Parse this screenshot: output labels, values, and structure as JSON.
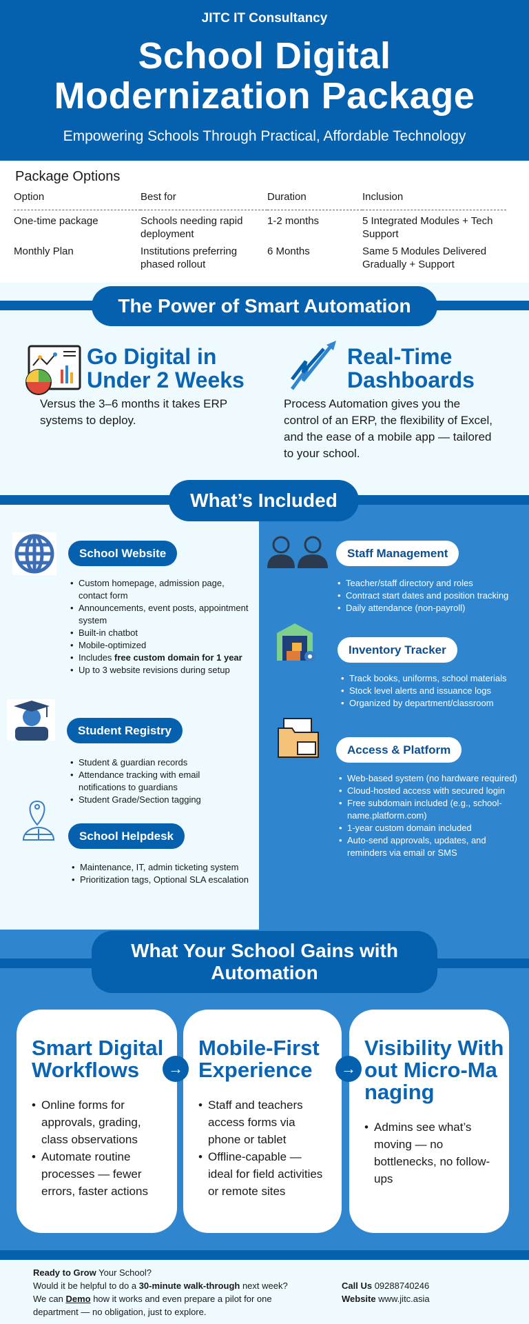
{
  "header": {
    "company": "JITC IT Consultancy",
    "title_line1": "School Digital",
    "title_line2": "Modernization Package",
    "subtitle": "Empowering Schools Through Practical, Affordable Technology"
  },
  "package": {
    "title": "Package Options",
    "columns": [
      "Option",
      "Best for",
      "Duration",
      "Inclusion"
    ],
    "rows": [
      [
        "One-time package",
        "Schools needing rapid deployment",
        "1-2 months",
        "5 Integrated Modules + Tech Support"
      ],
      [
        "Monthly Plan",
        "Institutions preferring phased rollout",
        "6 Months",
        "Same 5 Modules Delivered Gradually + Support"
      ]
    ]
  },
  "power": {
    "title": "The Power of Smart Automation",
    "left": {
      "heading": "Go Digital in Under 2 Weeks",
      "text": "Versus the 3–6 months it takes ERP systems to deploy.",
      "icon": "analytics-chart-icon"
    },
    "right": {
      "heading": "Real-Time Dashboards",
      "text": "Process Automation gives you the control of an ERP, the flexibility of Excel, and the ease of a mobile app — tailored to your school.",
      "icon": "trend-arrow-icon"
    }
  },
  "included": {
    "title": "What’s Included",
    "website": {
      "title": "School Website",
      "items": [
        "Custom homepage, admission page, contact form",
        "Announcements, event posts, appointment system",
        "Built-in chatbot",
        "Mobile-optimized"
      ],
      "domain_prefix": "Includes ",
      "domain_bold": "free custom domain for 1 year",
      "last": "Up to 3 website revisions during setup"
    },
    "registry": {
      "title": "Student Registry",
      "items": [
        "Student & guardian records",
        "Attendance tracking with email notifications to guardians",
        "Student Grade/Section tagging"
      ]
    },
    "helpdesk": {
      "title": "School Helpdesk",
      "items": [
        "Maintenance, IT, admin ticketing system",
        "Prioritization tags, Optional SLA escalation"
      ]
    },
    "staff": {
      "title": "Staff Management",
      "items": [
        "Teacher/staff directory and roles",
        "Contract start dates and position tracking",
        "Daily attendance (non-payroll)"
      ]
    },
    "inventory": {
      "title": "Inventory Tracker",
      "items": [
        "Track books, uniforms, school materials",
        "Stock level alerts and issuance logs",
        "Organized by department/classroom"
      ]
    },
    "access": {
      "title": "Access & Platform",
      "items": [
        "Web-based system (no hardware required)",
        "Cloud-hosted access with secured login",
        "Free subdomain included (e.g., school-name.platform.com)",
        "1-year custom domain included",
        "Auto-send approvals, updates, and reminders via email or SMS"
      ]
    }
  },
  "gains": {
    "title": "What Your School Gains with Automation",
    "cards": [
      {
        "title": "Smart Digital Workflows",
        "items": [
          "Online forms for approvals, grading, class observations",
          "Automate routine processes — fewer errors, faster actions"
        ]
      },
      {
        "title": "Mobile-First Experience",
        "items": [
          "Staff and teachers access forms via phone or tablet",
          "Offline-capable — ideal for field activities or remote sites"
        ]
      },
      {
        "title": "Visibility Without Micro-Managing",
        "items": [
          "Admins see what’s moving — no bottlenecks, no follow-ups"
        ]
      }
    ],
    "arrow": "→"
  },
  "footer": {
    "l1_bold": "Ready to Grow",
    "l1_rest": " Your School?",
    "l2_a": "Would it be helpful to do a ",
    "l2_bold": "30-minute walk-through",
    "l2_b": " next week? We can ",
    "demo": "Demo",
    "l2_c": " how it works and even prepare a pilot for one department — no obligation, just to explore.",
    "call_label": "Call Us",
    "phone": "09288740246",
    "web_label": "Website",
    "website": "www.jitc.asia"
  }
}
